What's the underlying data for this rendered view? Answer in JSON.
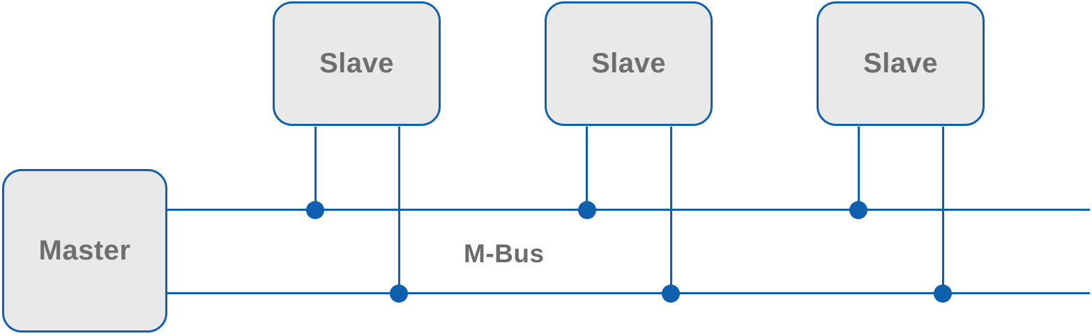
{
  "diagram": {
    "bus_label": "M-Bus",
    "master": {
      "label": "Master"
    },
    "slaves": [
      {
        "label": "Slave"
      },
      {
        "label": "Slave"
      },
      {
        "label": "Slave"
      }
    ],
    "connections": [
      {
        "from": "Slave 1",
        "to": [
          "upper bus (junction dot)",
          "lower bus (junction dot)"
        ]
      },
      {
        "from": "Slave 2",
        "to": [
          "upper bus (junction dot)",
          "lower bus (junction dot)"
        ]
      },
      {
        "from": "Slave 3",
        "to": [
          "upper bus (junction dot)",
          "lower bus (junction dot)"
        ]
      },
      {
        "from": "Master",
        "to": [
          "upper bus",
          "lower bus"
        ]
      }
    ],
    "colors": {
      "bus_blue": "#0e5fad",
      "node_fill": "#e9e9e9",
      "node_border": "#0e5fad",
      "label_gray": "#6e6e6e",
      "bus_label_gray": "#6b6b6b"
    }
  }
}
